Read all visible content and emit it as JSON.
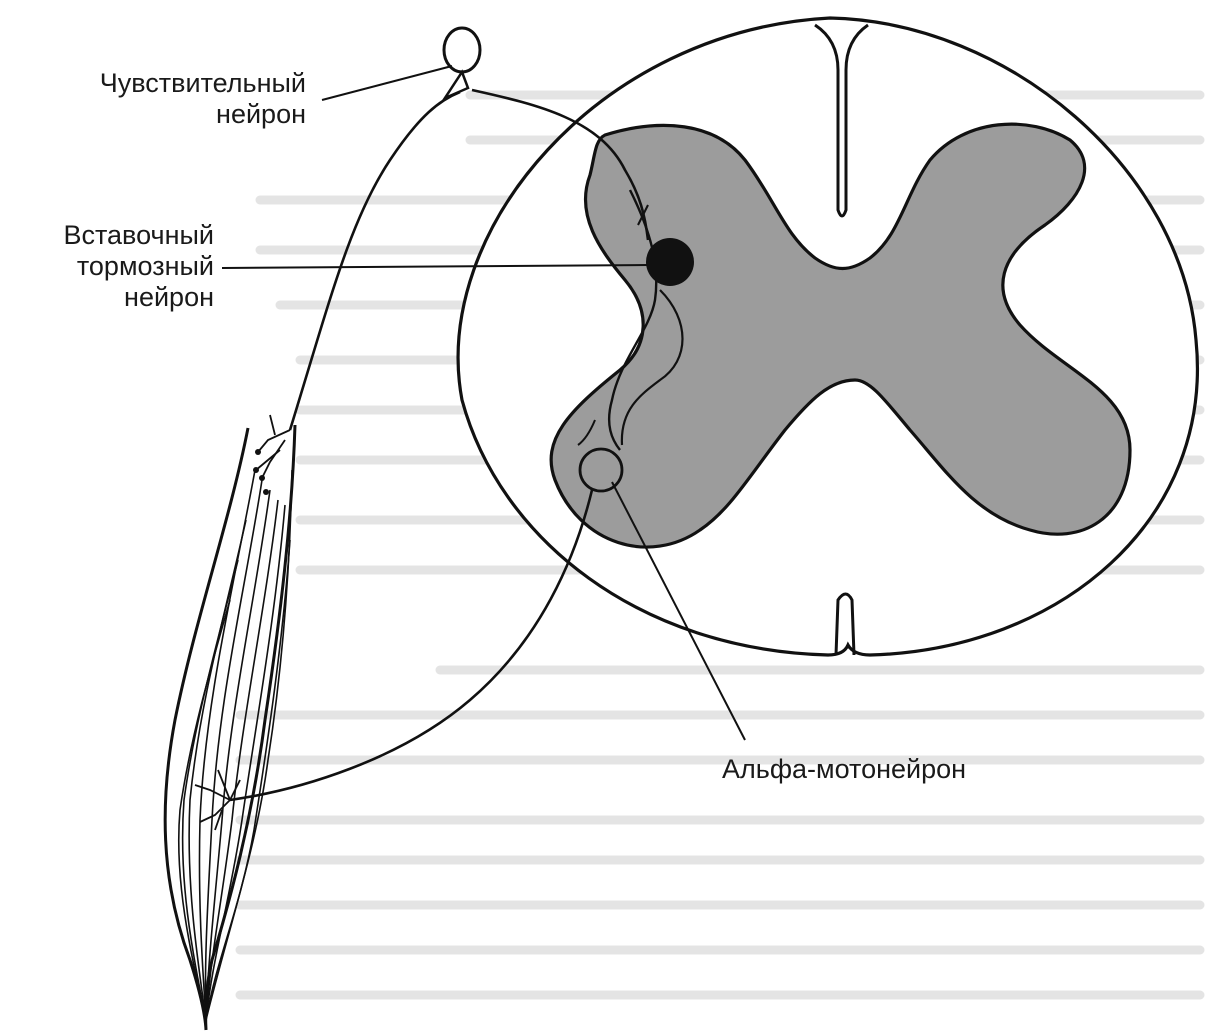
{
  "labels": {
    "sensory": [
      "Чувствительный",
      "нейрон"
    ],
    "inhibitory": [
      "Вставочный",
      "тормозный",
      "нейрон"
    ],
    "motor": "Альфа-мотонейрон"
  },
  "colors": {
    "ink": "#111111",
    "grey_matter": "#9c9c9c",
    "white_matter": "#ffffff",
    "inhibitory_neuron": "#111111"
  }
}
